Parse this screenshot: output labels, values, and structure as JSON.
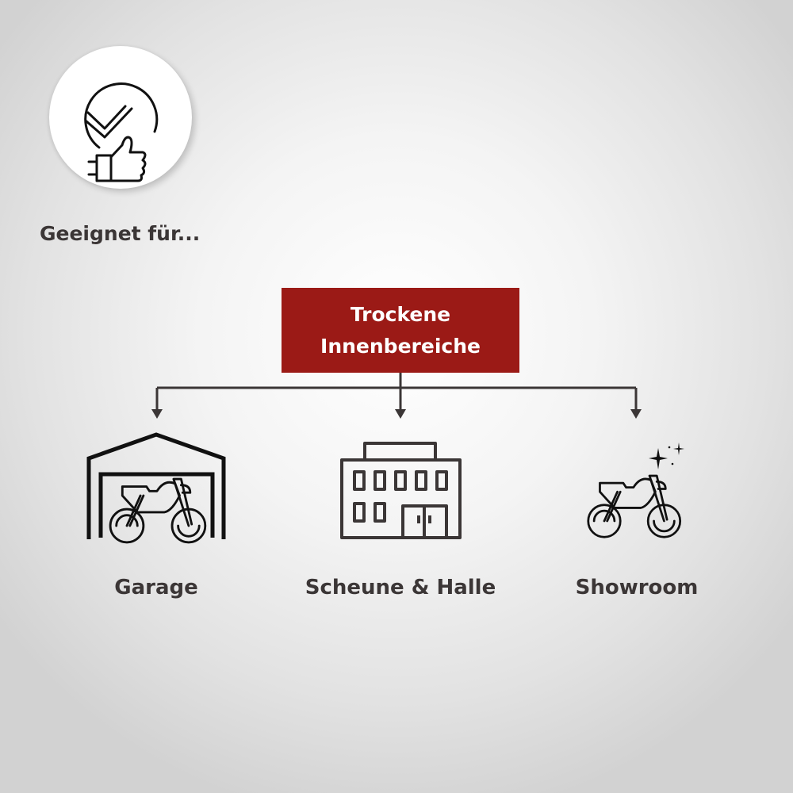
{
  "header": {
    "subtitle": "Geeignet für..."
  },
  "category": {
    "line1": "Trockene",
    "line2": "Innenbereiche"
  },
  "items": [
    {
      "label": "Garage",
      "icon": "garage-motorcycle-icon"
    },
    {
      "label": "Scheune & Halle",
      "icon": "building-icon"
    },
    {
      "label": "Showroom",
      "icon": "sparkling-motorcycle-icon"
    }
  ],
  "colors": {
    "accent": "#9b1a16",
    "text": "#3b3636"
  }
}
